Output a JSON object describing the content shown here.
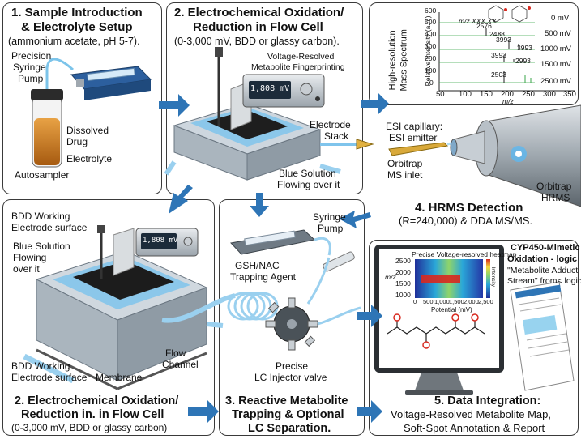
{
  "panel1": {
    "title_l1": "1. Sample Introduction",
    "title_l2": "& Electrolyte Setup",
    "subtitle": "(ammonium acetate, pH 5-7).",
    "pump_label_l1": "Precision",
    "pump_label_l2": "Syringe",
    "pump_label_l3": "Pump",
    "drug_l1": "Dissolved",
    "drug_l2": "Drug",
    "electrolyte": "Electrolyte",
    "autosampler": "Autosampler"
  },
  "panel2": {
    "title_l1": "2. Electrochemical Oxidation/",
    "title_l2": "Reduction in Flow Cell",
    "subtitle": "(0-3,000 mV, BDD or glassy carbon).",
    "fingerprint_l1": "Voltage-Resolved",
    "fingerprint_l2": "Metabolite Fingerprinting",
    "display_value": "1,808 mV",
    "electrode_l1": "Electrode",
    "electrode_l2": "Stack",
    "blue_l1": "Blue Solution",
    "blue_l2": "Flowing over it"
  },
  "panel_ms": {
    "ylabel_l1": "High-resolution",
    "ylabel_l2": "Mass Spectrum",
    "ylabel_inner": "Relative Intensity (a.u.)",
    "xlabel": "m/z",
    "formula": "m/z XXX.XX",
    "y_ticks": [
      "600",
      "500",
      "400",
      "300",
      "200",
      "100",
      "0"
    ],
    "x_ticks": [
      "50",
      "100",
      "150",
      "200",
      "250",
      "300",
      "350"
    ],
    "traces": [
      {
        "voltage": "0 mV",
        "peaks": []
      },
      {
        "voltage": "500 mV",
        "peaks": [
          "2576",
          "2488"
        ]
      },
      {
        "voltage": "1000 mV",
        "peaks": [
          "3993",
          "3993"
        ]
      },
      {
        "voltage": "1500 mV",
        "peaks": [
          "3993",
          "2993"
        ]
      },
      {
        "voltage": "2500 mV",
        "peaks": [
          "2503"
        ]
      }
    ]
  },
  "esi": {
    "capillary_l1": "ESI capillary:",
    "capillary_l2": "ESI emitter",
    "orbitrap_inlet_l1": "Orbitrap",
    "orbitrap_inlet_l2": "MS inlet",
    "orbitrap_l1": "Orbitrap",
    "orbitrap_l2": "HRMS"
  },
  "panel4": {
    "title": "4. HRMS Detection",
    "subtitle": "(R=240,000) & DDA MS/MS."
  },
  "panel2b": {
    "bdd_top_l1": "BDD Working",
    "bdd_top_l2": "Electrode surface",
    "display_value": "1,808 mV",
    "blue_l1": "Blue Solution",
    "blue_l2": "Flowing",
    "blue_l3": "over it",
    "flow_l1": "Flow",
    "flow_l2": "Channel",
    "bdd_bottom_l1": "BDD Working",
    "bdd_bottom_l2": "Electrode surface",
    "membrane": "Membrane",
    "title_l1": "2. Electrochemical Oxidation/",
    "title_l2": "Reduction in. in Flow Cell",
    "subtitle": "(0-3,000 mV, BDD or glassy carbon)"
  },
  "panel3": {
    "syringe_l1": "Syringe",
    "syringe_l2": "Pump",
    "gsh_l1": "GSH/NAC",
    "gsh_l2": "Trapping Agent",
    "valve_l1": "Precise",
    "valve_l2": "LC Injector valve",
    "title_l1": "3. Reactive Metabolite",
    "title_l2": "Trapping & Optional",
    "title_l3": "LC Separation."
  },
  "panel5": {
    "heatmap_title": "Precise Voltage-resolved heatmap",
    "heatmap_y_ticks": [
      "2500",
      "2000",
      "1500",
      "1000"
    ],
    "heatmap_ylabel": "m/z",
    "heatmap_x_ticks": [
      "0",
      "500",
      "1,000",
      "1,500",
      "2,000",
      "2,500"
    ],
    "heatmap_xlabel": "Potential (mV)",
    "heatmap_colorbar": "Intensity",
    "cyp_l1": "CYP450-Mimetic",
    "cyp_l2": "Oxidation - logic",
    "cyp_l3": "\"Metabolite Adduct",
    "cyp_l4": "Stream\" from< logic",
    "title_l1": "5. Data Integration:",
    "title_l2": "Voltage-Resolved Metabolite Map,",
    "title_l3": "Soft-Spot Annotation & Report"
  },
  "colors": {
    "arrow_blue": "#2e75b6",
    "liquid_blue": "#7fc4ec",
    "panel_border": "#3a3a3a",
    "drug_amber": "#c8781e",
    "trace_green": "#3aa64a",
    "lcd_bg": "#1c2b3a",
    "lcd_text": "#ffffff"
  }
}
